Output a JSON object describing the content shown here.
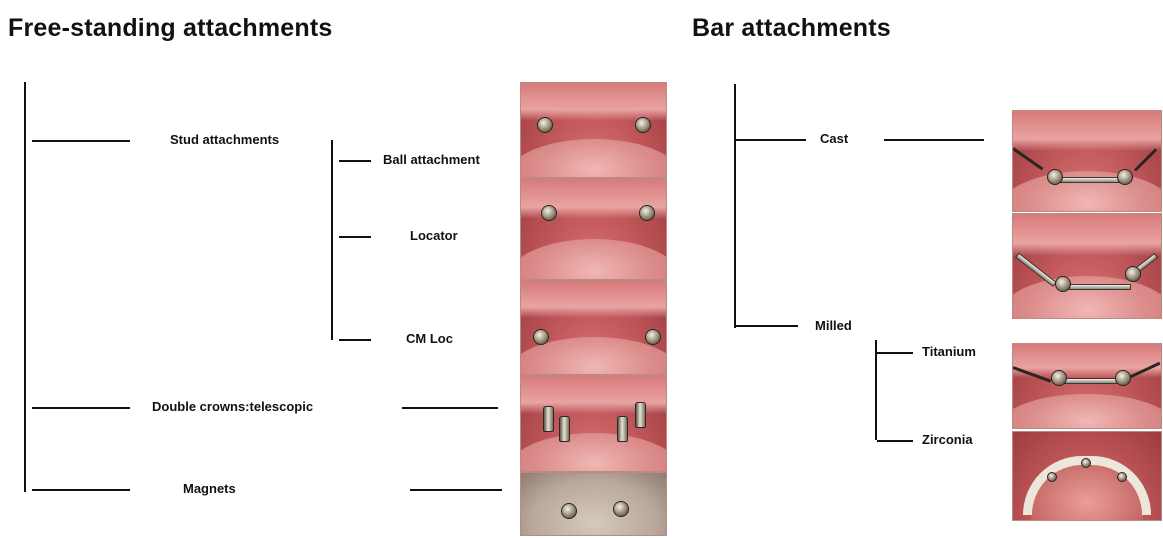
{
  "left": {
    "title": "Free-standing attachments",
    "stud": "Stud attachments",
    "ball": "Ball attachment",
    "locator": "Locator",
    "cmloc": "CM Loc",
    "double": "Double  crowns:telescopic",
    "magnets": "Magnets"
  },
  "right": {
    "title": "Bar attachments",
    "cast": "Cast",
    "milled": "Milled",
    "titanium": "Titanium",
    "zirconia": "Zirconia"
  },
  "colors": {
    "line": "#111111",
    "gingiva": "#d98c8a",
    "mucosa": "#b5484c"
  }
}
